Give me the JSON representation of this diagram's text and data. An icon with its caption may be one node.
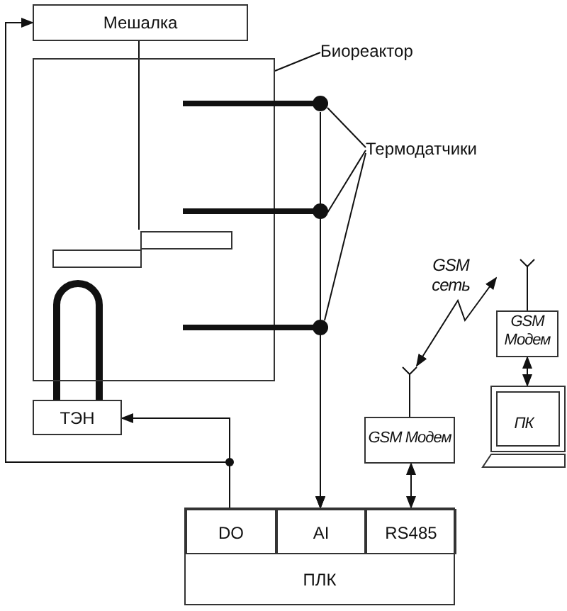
{
  "diagram": {
    "nodes": [
      {
        "text": [
          "Мешалка"
        ]
      },
      {
        "text": [],
        "shape": "box"
      },
      {
        "text": [
          "Биореактор"
        ]
      },
      {
        "text": [],
        "shape": "bar",
        "in": 1
      },
      {
        "text": [],
        "shape": "bar"
      },
      {
        "text": [],
        "shape": "bar"
      },
      {
        "text": [],
        "shape": "bar"
      },
      {
        "text": [
          "Термодатчики"
        ]
      },
      {
        "text": [
          "ТЭН"
        ]
      },
      {
        "text": [
          "ПЛК"
        ]
      },
      {
        "text": [
          "DO"
        ],
        "in": 9
      },
      {
        "text": [
          "AI"
        ],
        "in": 9
      },
      {
        "text": [
          "RS485"
        ],
        "in": 9
      },
      {
        "text": [
          "GSM Модем"
        ]
      },
      {
        "text": [
          "GSM Модем"
        ]
      },
      {
        "text": [
          "ПК"
        ]
      }
    ],
    "edges": [
      {
        "from": 2,
        "to": 1,
        "arrow": "none"
      },
      {
        "from": 0,
        "to": 3,
        "arrow": "none"
      },
      {
        "from": 7,
        "to": 4,
        "arrow": "none"
      },
      {
        "from": 7,
        "to": 5,
        "arrow": "none"
      },
      {
        "from": 7,
        "to": 6,
        "arrow": "none"
      },
      {
        "from": 4,
        "to": 11,
        "arrow": "to"
      },
      {
        "from": 5,
        "to": 11,
        "arrow": "to"
      },
      {
        "from": 6,
        "to": 11,
        "arrow": "to"
      },
      {
        "from": 10,
        "to": 8,
        "arrow": "to"
      },
      {
        "from": 10,
        "to": 0,
        "arrow": "to"
      },
      {
        "from": 12,
        "to": 13,
        "arrow": "both"
      },
      {
        "from": 14,
        "to": 13,
        "arrow": "both",
        "label": "GSM сеть"
      },
      {
        "from": 14,
        "to": 15,
        "arrow": "both"
      }
    ]
  }
}
